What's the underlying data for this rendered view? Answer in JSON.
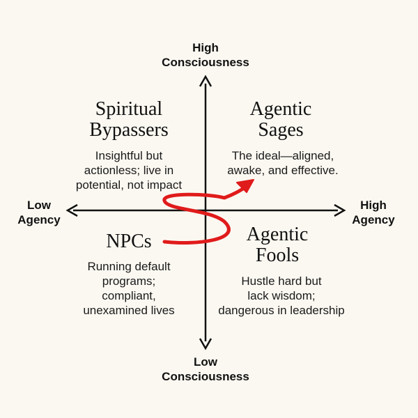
{
  "axes": {
    "top": [
      "High",
      "Consciousness"
    ],
    "bottom": [
      "Low",
      "Consciousness"
    ],
    "left": [
      "Low",
      "Agency"
    ],
    "right": [
      "High",
      "Agency"
    ]
  },
  "quadrants": {
    "top_left": {
      "title": [
        "Spiritual",
        "Bypassers"
      ],
      "description": [
        "Insightful but",
        "actionless; live in",
        "potential, not impact"
      ]
    },
    "top_right": {
      "title": [
        "Agentic",
        "Sages"
      ],
      "description": [
        "The ideal—aligned,",
        "awake, and effective."
      ]
    },
    "bottom_left": {
      "title": [
        "NPCs"
      ],
      "description": [
        "Running default",
        "programs;",
        "compliant,",
        "unexamined lives"
      ]
    },
    "bottom_right": {
      "title": [
        "Agentic",
        "Fools"
      ],
      "description": [
        "Hustle hard but",
        "lack wisdom;",
        "dangerous in leadership"
      ]
    }
  },
  "colors": {
    "background": "#fbf8f1",
    "axis": "#111111",
    "path_arrow": "#e01b1b"
  }
}
